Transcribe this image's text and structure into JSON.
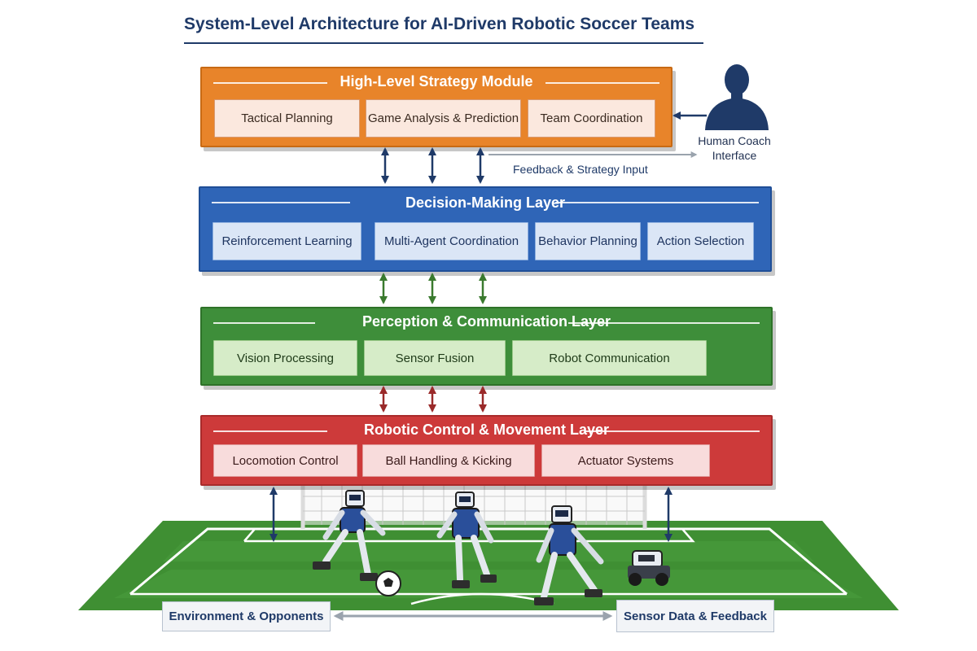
{
  "title": "System-Level Architecture for AI-Driven Robotic Soccer Teams",
  "layers": {
    "strategy": {
      "title": "High-Level Strategy Module",
      "boxes": [
        "Tactical Planning",
        "Game Analysis & Prediction",
        "Team Coordination"
      ],
      "color": "#e8842a"
    },
    "decision": {
      "title": "Decision-Making Layer",
      "boxes": [
        "Reinforcement Learning",
        "Multi-Agent Coordination",
        "Behavior Planning",
        "Action Selection"
      ],
      "color": "#2f65b7"
    },
    "perception": {
      "title": "Perception & Communication Layer",
      "boxes": [
        "Vision Processing",
        "Sensor Fusion",
        "Robot Communication"
      ],
      "color": "#3e8e3a"
    },
    "robotic": {
      "title": "Robotic Control & Movement Layer",
      "boxes": [
        "Locomotion Control",
        "Ball Handling & Kicking",
        "Actuator Systems"
      ],
      "color": "#cd3a3a"
    }
  },
  "coach": {
    "label": "Human Coach Interface",
    "icon": "person-icon"
  },
  "feedback_label": "Feedback & Strategy Input",
  "bottom": {
    "environment": "Environment & Opponents",
    "sensor": "Sensor Data & Feedback"
  }
}
